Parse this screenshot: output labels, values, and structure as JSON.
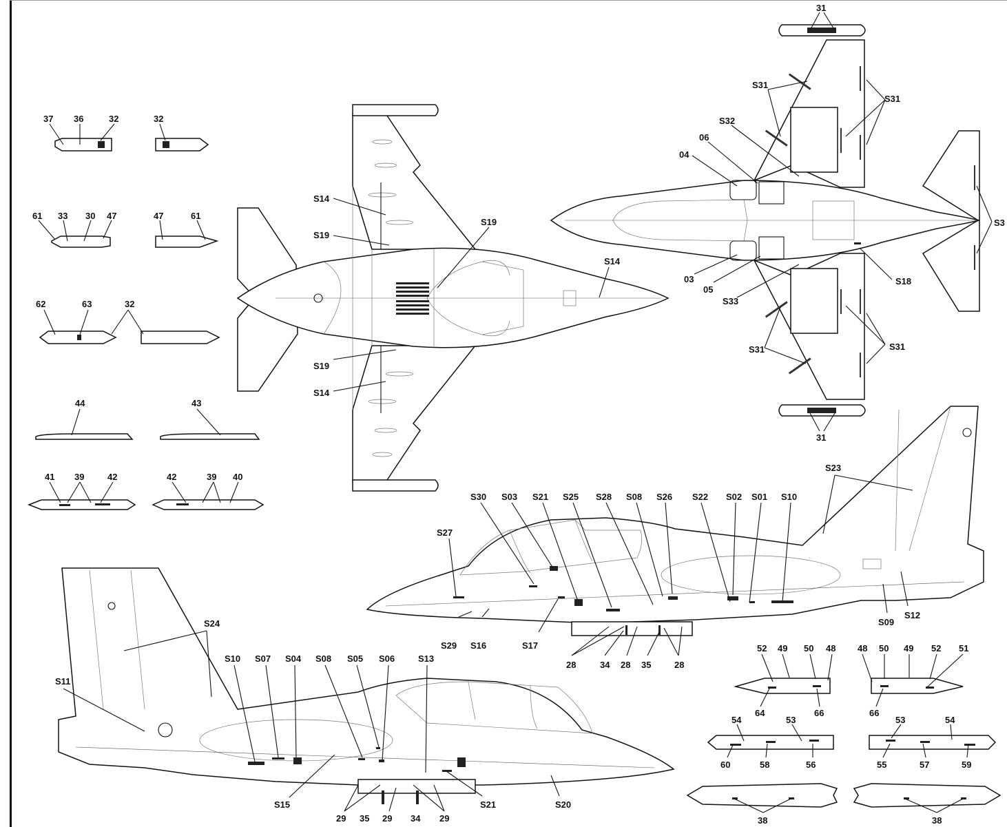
{
  "diagram": {
    "top_view_labels": [
      "S14",
      "S19",
      "S19",
      "S19",
      "S14",
      "S14"
    ],
    "bottom_view_labels": [
      "31",
      "S31",
      "S31",
      "S32",
      "06",
      "04",
      "S3",
      "03",
      "05",
      "S18",
      "S33",
      "S31",
      "S31",
      "31"
    ],
    "right_side_labels": [
      "S23",
      "S30",
      "S03",
      "S21",
      "S25",
      "S28",
      "S08",
      "S26",
      "S22",
      "S02",
      "S01",
      "S10",
      "S27",
      "S29",
      "S16",
      "S17",
      "S09",
      "S12",
      "28",
      "34",
      "28",
      "35",
      "28"
    ],
    "left_side_labels": [
      "S24",
      "S11",
      "S10",
      "S07",
      "S04",
      "S08",
      "S05",
      "S06",
      "S13",
      "S15",
      "S21",
      "S20",
      "29",
      "35",
      "29",
      "34",
      "29"
    ],
    "store_labels": [
      "37",
      "36",
      "32",
      "32",
      "61",
      "33",
      "30",
      "47",
      "47",
      "61",
      "62",
      "63",
      "32",
      "44",
      "43",
      "41",
      "39",
      "42",
      "42",
      "39",
      "40"
    ],
    "pod_labels": [
      "52",
      "49",
      "50",
      "48",
      "48",
      "50",
      "49",
      "52",
      "51",
      "64",
      "66",
      "66",
      "54",
      "53",
      "53",
      "54",
      "60",
      "58",
      "56",
      "55",
      "57",
      "59",
      "38",
      "38"
    ]
  }
}
